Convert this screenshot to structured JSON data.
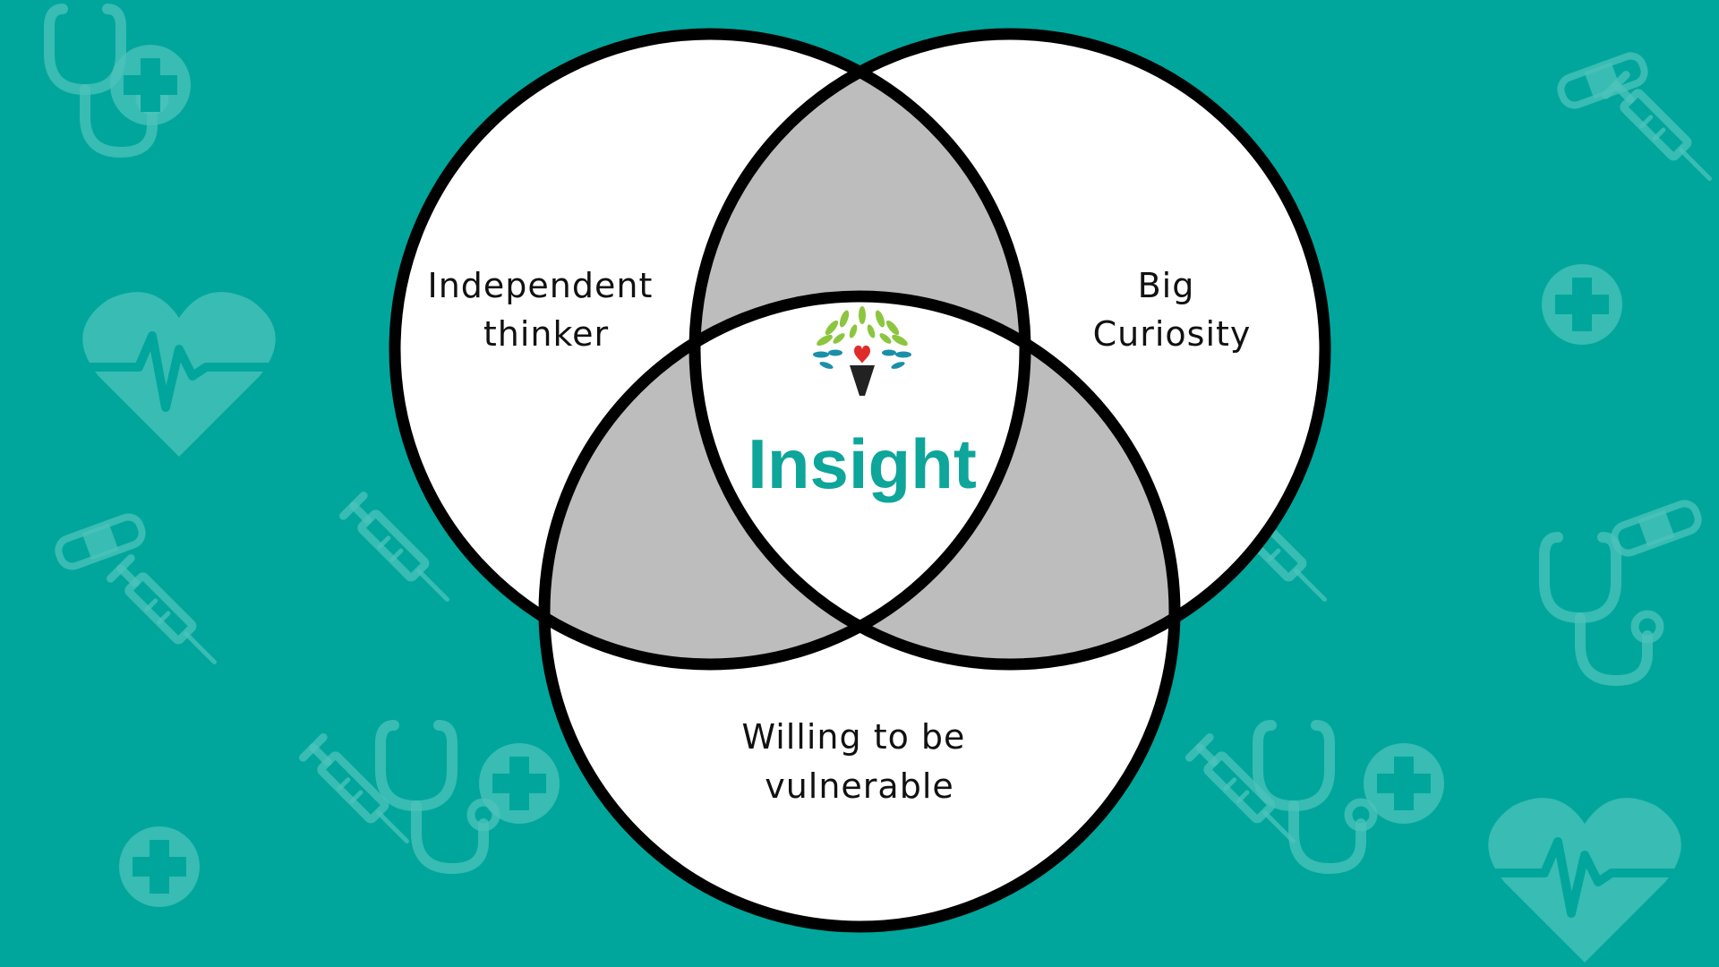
{
  "diagram": {
    "circles": [
      {
        "id": "left",
        "label_lines": [
          "Independent",
          "thinker"
        ]
      },
      {
        "id": "right",
        "label_lines": [
          "Big",
          "Curiosity"
        ]
      },
      {
        "id": "bottom",
        "label_lines": [
          "Willing to be",
          "vulnerable"
        ]
      }
    ],
    "center": {
      "label": "Insight",
      "logo": "torch-tree-logo"
    }
  },
  "background": {
    "color": "#00A69C",
    "icon_color": "#4CC3BB",
    "icons": [
      "stethoscope-icon",
      "medical-cross-icon",
      "heartbeat-icon",
      "bandage-icon",
      "syringe-icon"
    ]
  },
  "colors": {
    "circle_fill": "#FFFFFF",
    "overlap_fill": "#BDBDBD",
    "outline": "#000000",
    "accent": "#0EA59A"
  }
}
